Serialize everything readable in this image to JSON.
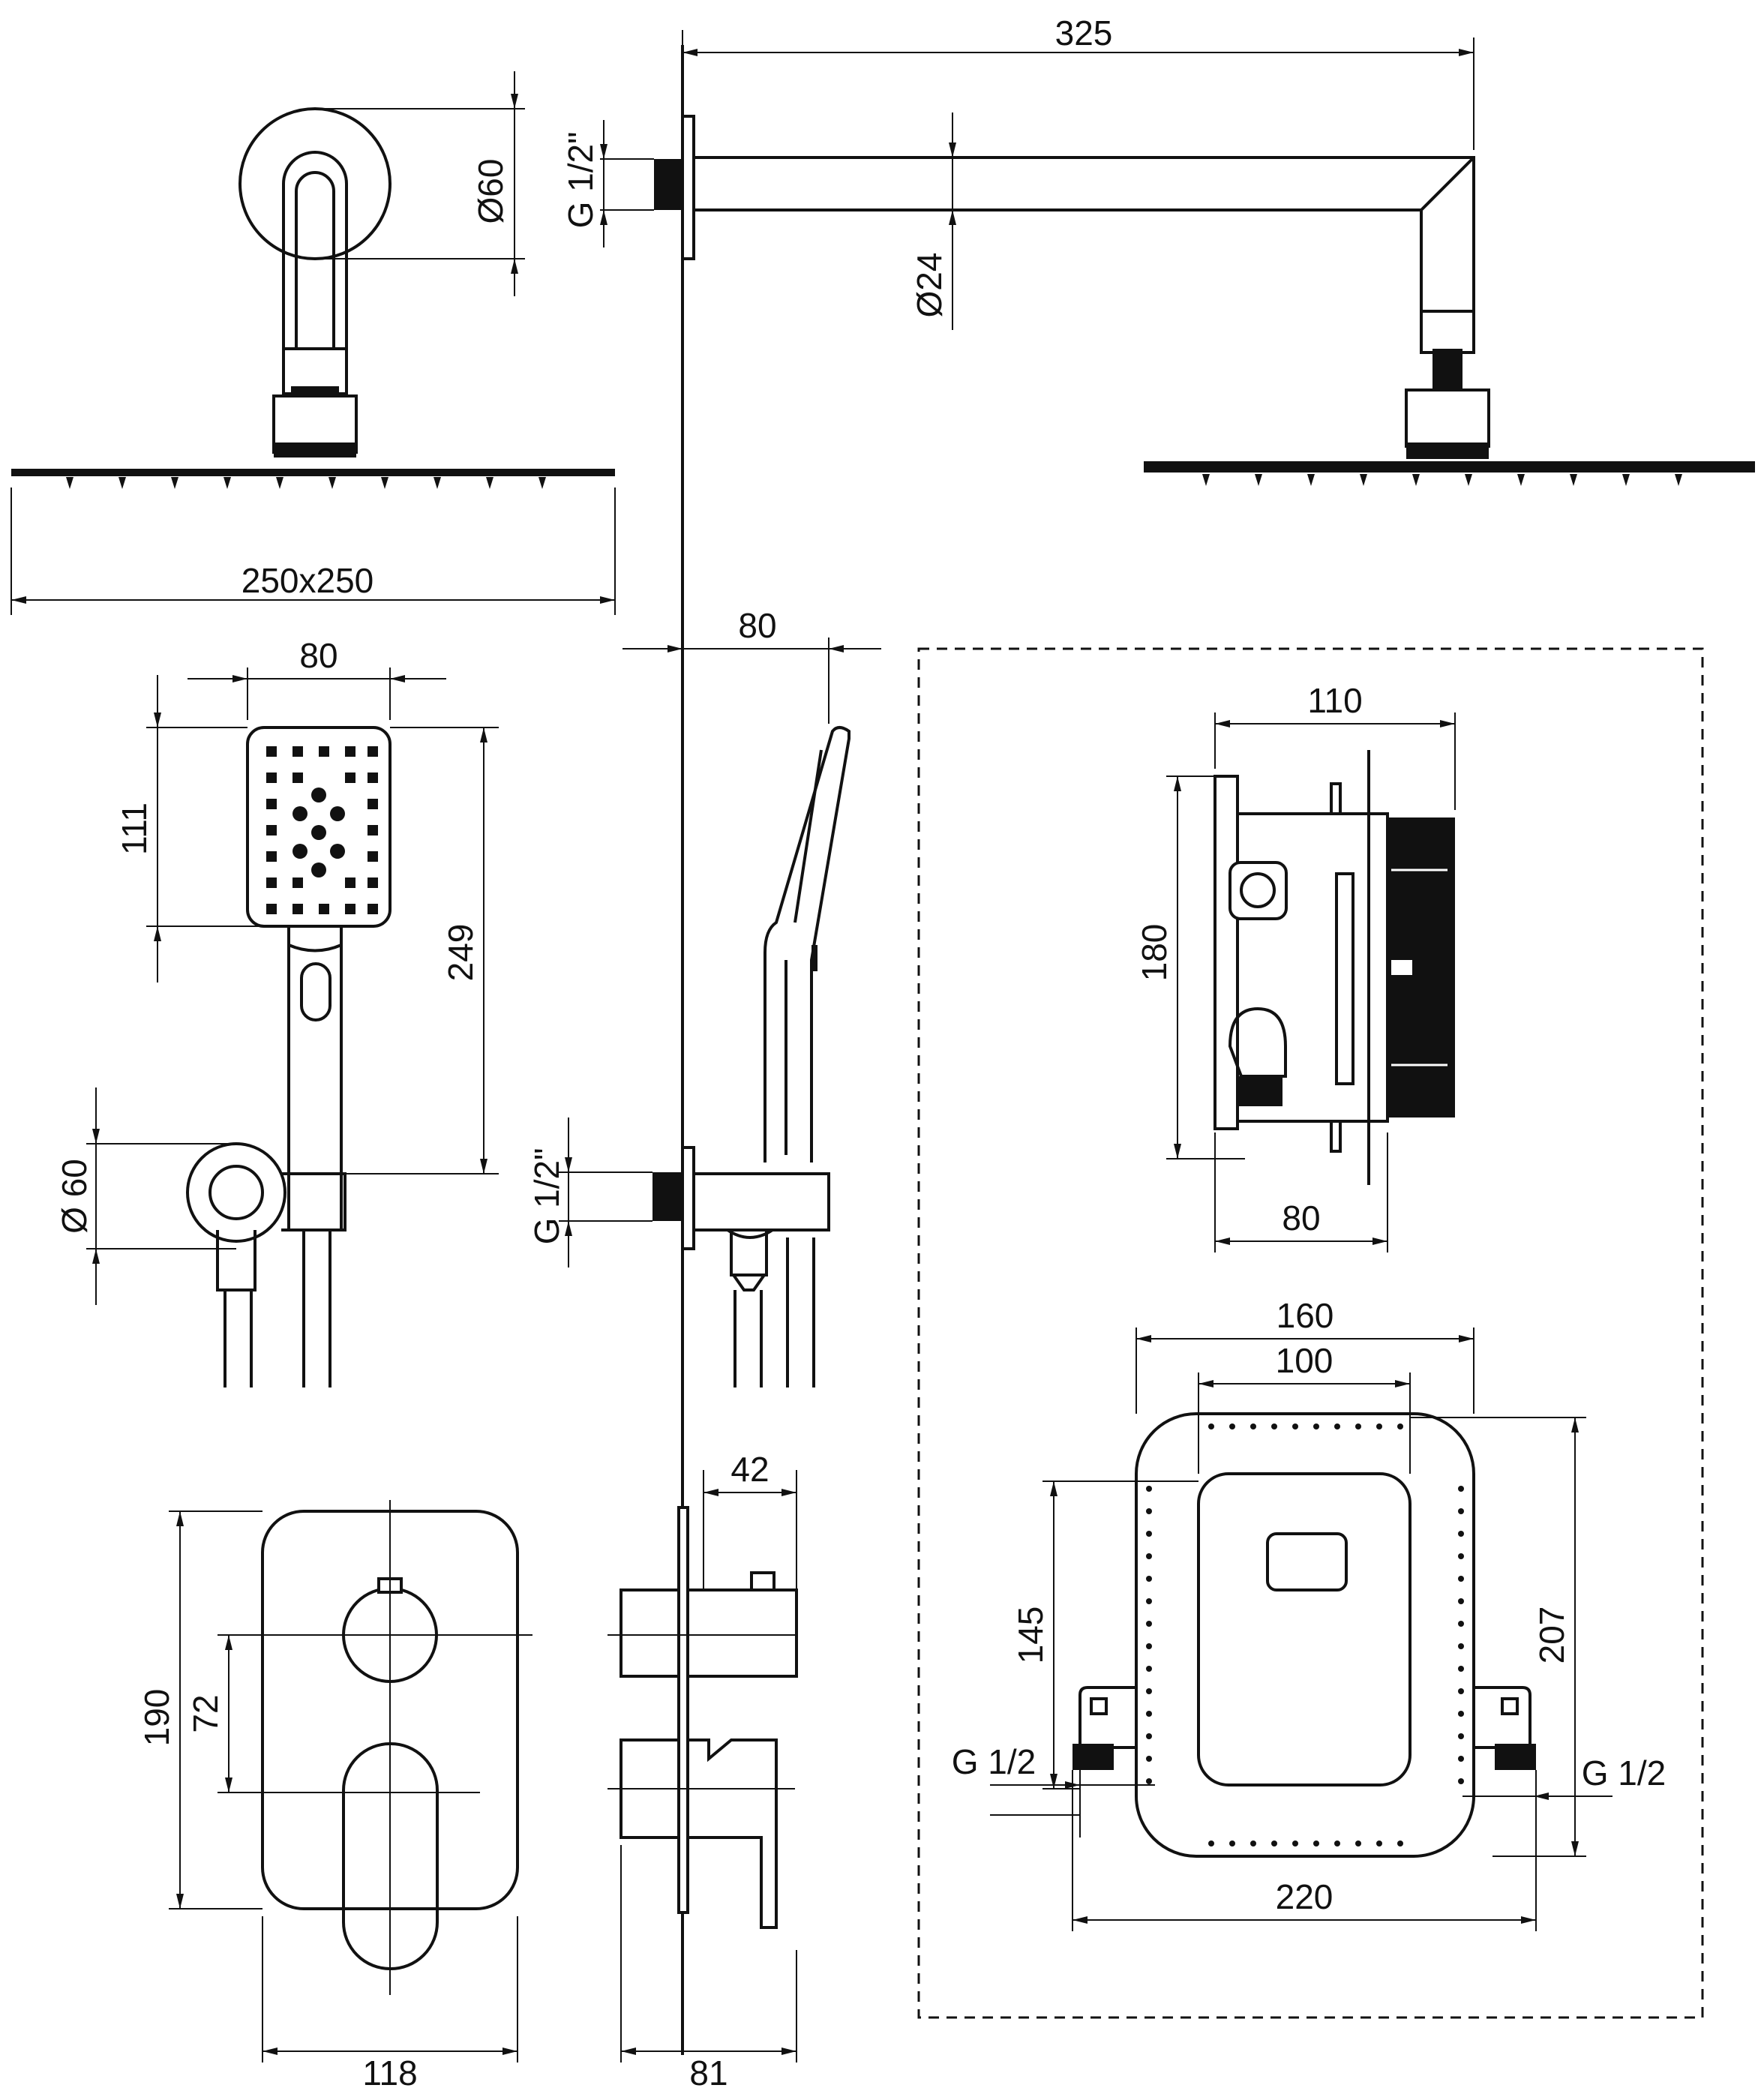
{
  "labels": {
    "arm_length": "325",
    "flange_diameter": "Ø60",
    "arm_thread": "G 1/2\"",
    "arm_diameter": "Ø24",
    "head_size": "250x250",
    "handshower_width_front": "80",
    "handshower_width_side": "80",
    "handshower_head_height": "111",
    "handshower_total_height": "249",
    "outlet_diameter": "Ø 60",
    "outlet_thread": "G 1/2\"",
    "box_width_top": "110",
    "box_height": "180",
    "box_depth": "80",
    "plate_outer_width": "160",
    "plate_inner_width": "100",
    "plate_inner_height": "145",
    "plate_outer_height": "207",
    "thread_left": "G 1/2",
    "thread_right": "G 1/2",
    "bracket_width": "220",
    "mixer_height": "190",
    "mixer_axis_distance": "72",
    "mixer_width": "118",
    "mixer_side_top": "42",
    "mixer_side_depth": "81"
  },
  "colors": {
    "line": "#111111",
    "background": "#ffffff"
  }
}
